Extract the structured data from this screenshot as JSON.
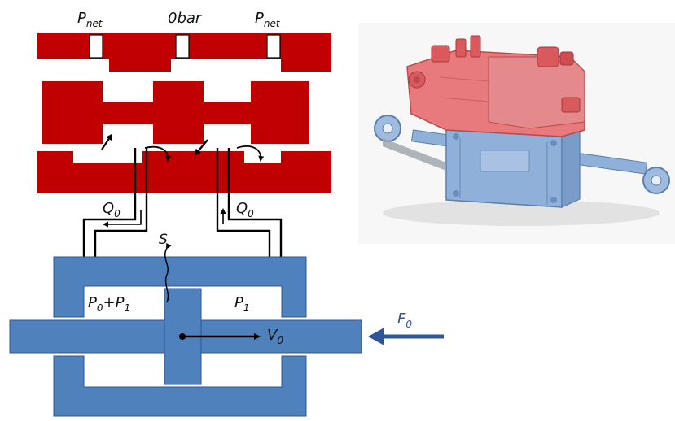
{
  "colors": {
    "valve_red": "#c00000",
    "valve_red_dark": "#8b0000",
    "cylinder_blue": "#4f81bd",
    "cylinder_blue_dark": "#2f5597",
    "force_blue": "#2f5597",
    "line_black": "#000000",
    "photo_red": "#e8797c",
    "photo_blue": "#8fb0d8",
    "photo_gray": "#9aa2aa"
  },
  "labels": {
    "p_net_left": {
      "base": "P",
      "sub": "net"
    },
    "zero_bar": "0bar",
    "p_net_right": {
      "base": "P",
      "sub": "net"
    },
    "q0_left": {
      "base": "Q",
      "sub": "0"
    },
    "q0_right": {
      "base": "Q",
      "sub": "0"
    },
    "s": "S",
    "p0_p1": {
      "base1": "P",
      "sub1": "0",
      "mid": "+P",
      "sub2": "1"
    },
    "p1": {
      "base": "P",
      "sub": "1"
    },
    "v0": {
      "base": "V",
      "sub": "0"
    },
    "f0": {
      "base": "F",
      "sub": "0"
    }
  },
  "photo": {
    "icon": "servo-actuator-photo"
  }
}
